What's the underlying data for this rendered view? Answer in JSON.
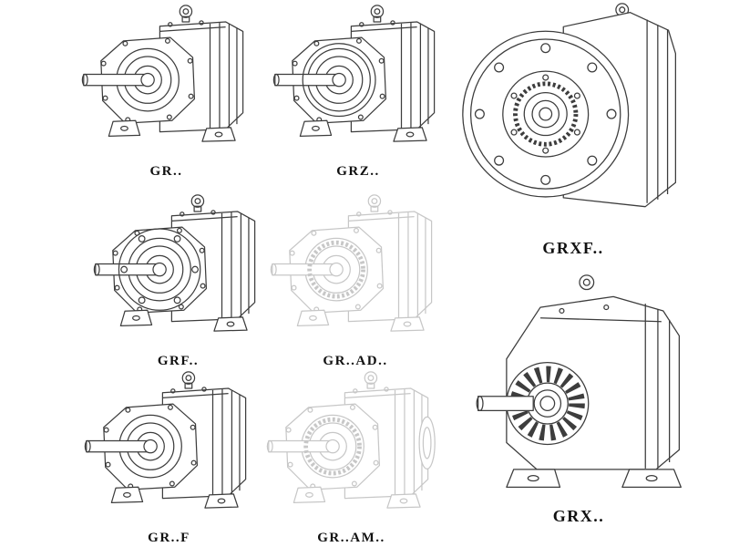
{
  "colors": {
    "background": "#ffffff",
    "line": "#3d3d3d",
    "faded_line": "#c7c7c7",
    "label": "#111111"
  },
  "figures": [
    {
      "label": "GR.."
    },
    {
      "label": "GRZ.."
    },
    {
      "label": "GRXF.."
    },
    {
      "label": "GRF.."
    },
    {
      "label": "GR..AD.."
    },
    {
      "label": "GR..F"
    },
    {
      "label": "GR..AM.."
    },
    {
      "label": "GRX.."
    }
  ]
}
